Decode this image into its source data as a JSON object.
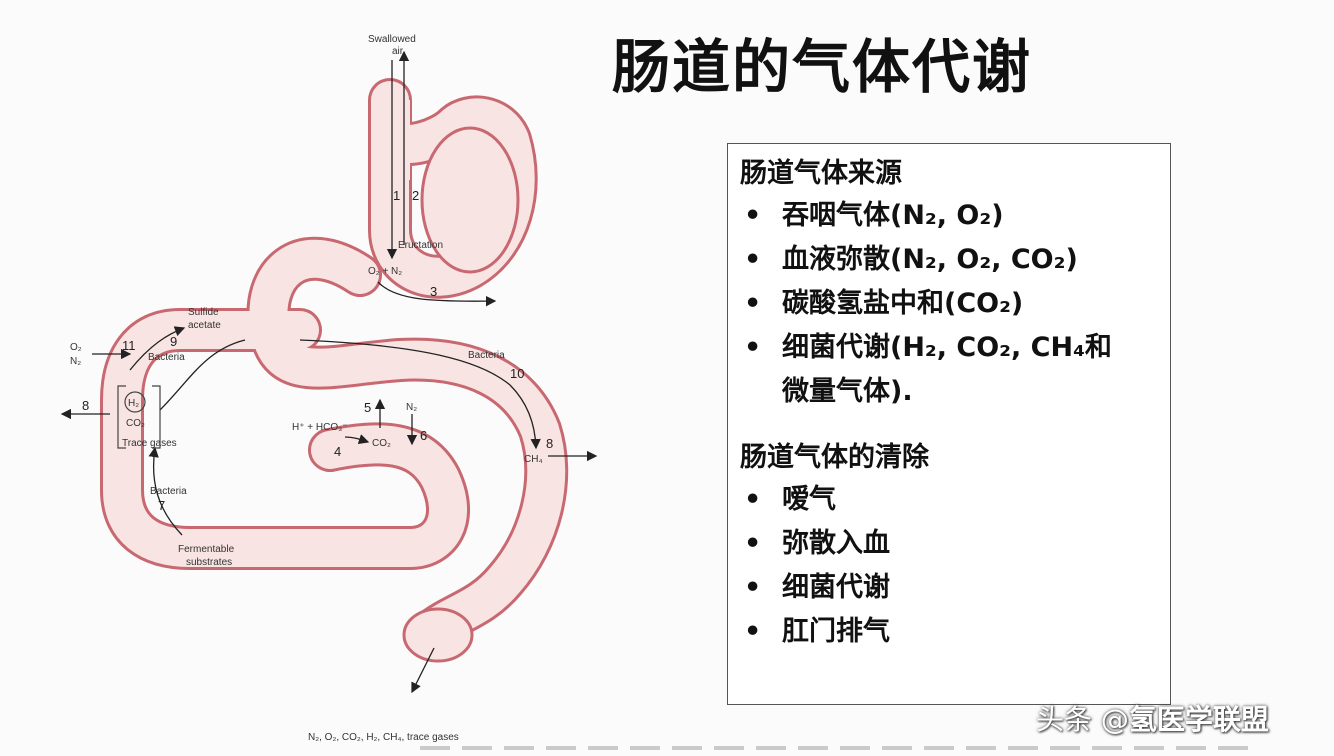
{
  "title": "肠道的气体代谢",
  "diagram": {
    "labels": {
      "swallowed_air_1": "Swallowed",
      "swallowed_air_2": "air",
      "eructation": "Eructation",
      "stomach_gas": "O₂ + N₂",
      "sulfide_1": "Sulfide",
      "sulfide_2": "acetate",
      "bacteria_upper_left": "Bacteria",
      "bacteria_upper_right": "Bacteria",
      "bacteria_lower_left": "Bacteria",
      "o2": "O₂",
      "n2_left": "N₂",
      "h2": "H₂",
      "co2_box": "CO₂",
      "trace_gases": "Trace gases",
      "h_hco3": "H⁺ + HCO₃⁻",
      "co2_mid": "CO₂",
      "n2_mid": "N₂",
      "ch4": "CH₄",
      "fermentable_1": "Fermentable",
      "fermentable_2": "substrates",
      "bottom_gases": "N₂, O₂, CO₂, H₂, CH₄, trace gases"
    },
    "numbers": {
      "n1": "1",
      "n2": "2",
      "n3": "3",
      "n4": "4",
      "n5": "5",
      "n6": "6",
      "n7": "7",
      "n8_left": "8",
      "n8_right": "8",
      "n9": "9",
      "n10": "10",
      "n11": "11"
    }
  },
  "panel": {
    "sources_heading": "肠道气体来源",
    "sources": [
      "吞咽气体(N₂, O₂)",
      "血液弥散(N₂, O₂, CO₂)",
      "碳酸氢盐中和(CO₂)",
      "细菌代谢(H₂, CO₂, CH₄和",
      "微量气体)."
    ],
    "clearance_heading": "肠道气体的清除",
    "clearance": [
      "嗳气",
      "弥散入血",
      "细菌代谢",
      "肛门排气"
    ],
    "bullet": "•"
  },
  "watermark": {
    "prefix": "头条 @",
    "name": "氢医学联盟"
  }
}
